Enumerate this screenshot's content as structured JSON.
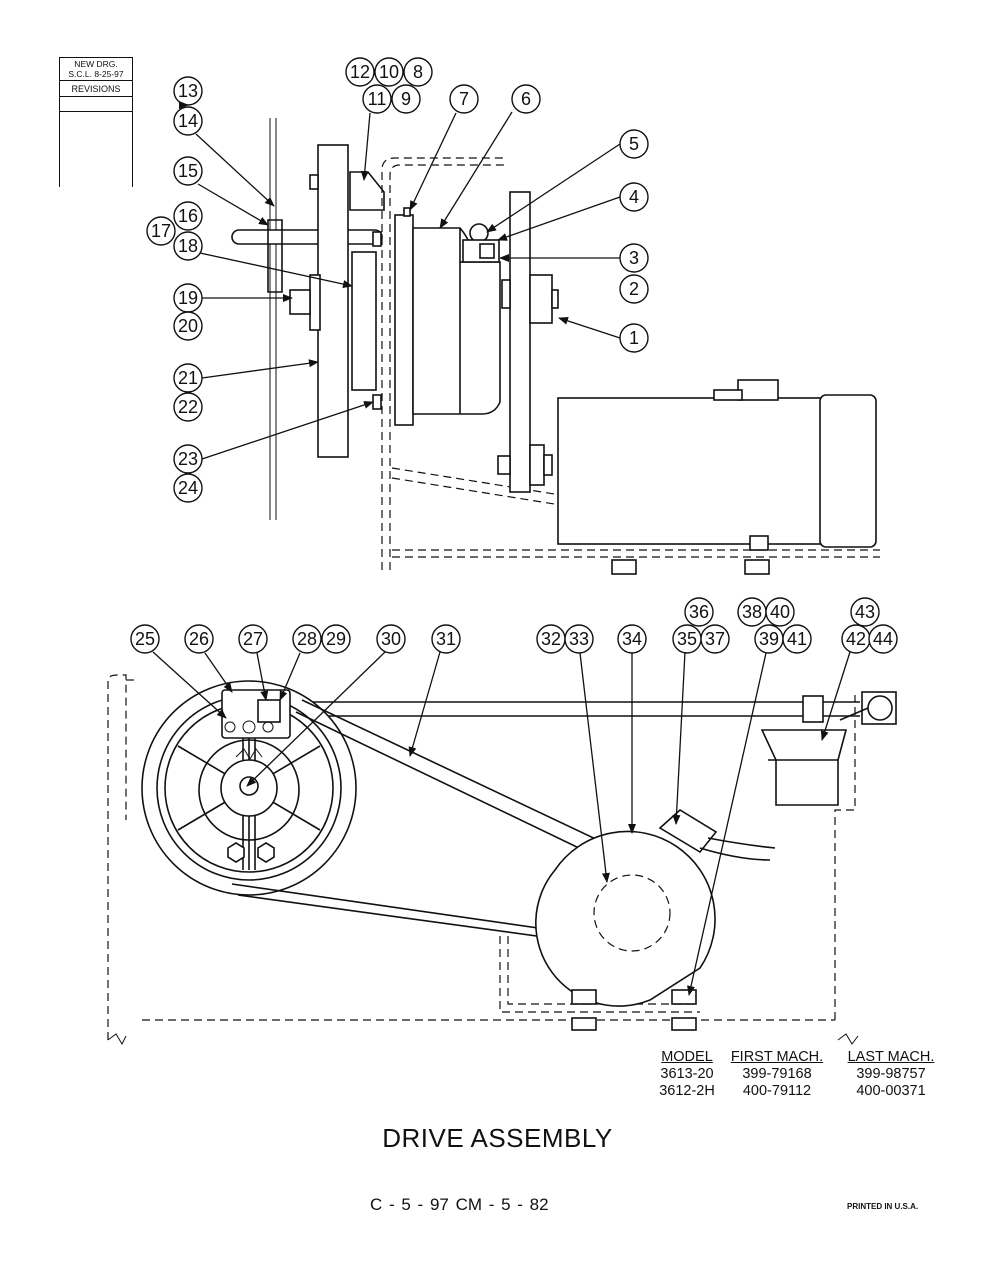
{
  "revision_block": {
    "line1": "NEW DRG.",
    "line2": "S.C.L.  8-25-97",
    "label": "REVISIONS"
  },
  "callouts": [
    "1",
    "2",
    "3",
    "4",
    "5",
    "6",
    "7",
    "8",
    "9",
    "10",
    "11",
    "12",
    "13",
    "14",
    "15",
    "16",
    "17",
    "18",
    "19",
    "20",
    "21",
    "22",
    "23",
    "24",
    "25",
    "26",
    "27",
    "28",
    "29",
    "30",
    "31",
    "32",
    "33",
    "34",
    "35",
    "36",
    "37",
    "38",
    "39",
    "40",
    "41",
    "42",
    "43",
    "44"
  ],
  "model_table": {
    "headers": [
      "MODEL",
      "FIRST MACH.",
      "LAST MACH."
    ],
    "rows": [
      [
        "3613-20",
        "399-79168",
        "399-98757"
      ],
      [
        "3612-2H",
        "400-79112",
        "400-00371"
      ]
    ]
  },
  "title": "DRIVE ASSEMBLY",
  "codes": "C - 5 - 97    CM - 5 - 82",
  "printed": "PRINTED IN U.S.A."
}
